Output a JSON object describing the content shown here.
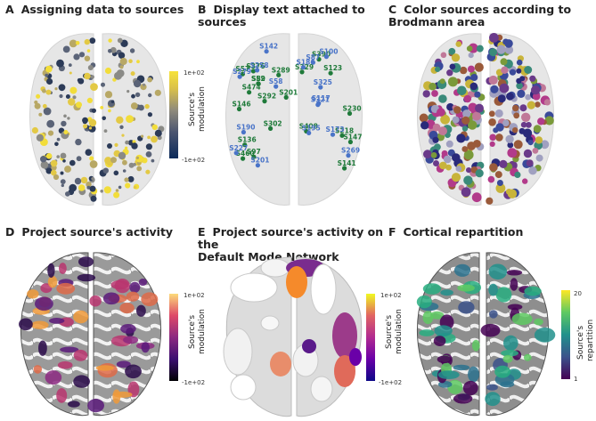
{
  "panels": [
    {
      "letter": "A",
      "title": "Assigning data to sources"
    },
    {
      "letter": "B",
      "title": "Display text attached to sources"
    },
    {
      "letter": "C",
      "title": "Color sources according to\nBrodmann area"
    },
    {
      "letter": "D",
      "title": "Project source's activity"
    },
    {
      "letter": "E",
      "title": "Project source's activity on the\nDefault Mode Network"
    },
    {
      "letter": "F",
      "title": "Cortical repartition"
    }
  ],
  "colorbars": {
    "a": {
      "max": "1e+02",
      "min": "-1e+02",
      "label": "Source's\nmodulation",
      "colors": [
        "#0b2a5a",
        "#3b4b6a",
        "#6e7388",
        "#a8a078",
        "#e8d048",
        "#f7e33a"
      ]
    },
    "d": {
      "max": "1e+02",
      "min": "-1e+02",
      "label": "Source's\nmodulation",
      "colors": [
        "#000004",
        "#3b0f70",
        "#8c2981",
        "#de4968",
        "#fe9f6d",
        "#fcfdbf"
      ]
    },
    "e": {
      "max": "1e+02",
      "min": "-1e+02",
      "label": "Source's\nmodulation",
      "colors": [
        "#0d0887",
        "#6a00a8",
        "#b12a90",
        "#e16462",
        "#fca636",
        "#f0f921"
      ]
    },
    "f": {
      "max": "20",
      "min": "1",
      "label": "Source's\nrepartition",
      "colors": [
        "#440154",
        "#3b528b",
        "#21918c",
        "#5ec962",
        "#fde725"
      ]
    }
  },
  "source_labels": {
    "green": [
      "S89",
      "S97",
      "S201",
      "S230",
      "S289",
      "S292",
      "S302",
      "S408",
      "S474",
      "S390",
      "S460",
      "S329",
      "S57",
      "S376",
      "S52",
      "S141",
      "S147",
      "S218",
      "S146",
      "S123",
      "S136"
    ],
    "blue": [
      "S87",
      "S269",
      "S227",
      "S258",
      "S100",
      "S279",
      "S186",
      "S201",
      "S321",
      "S325",
      "S58",
      "S190",
      "S117",
      "S142",
      "S173",
      "S195"
    ]
  }
}
